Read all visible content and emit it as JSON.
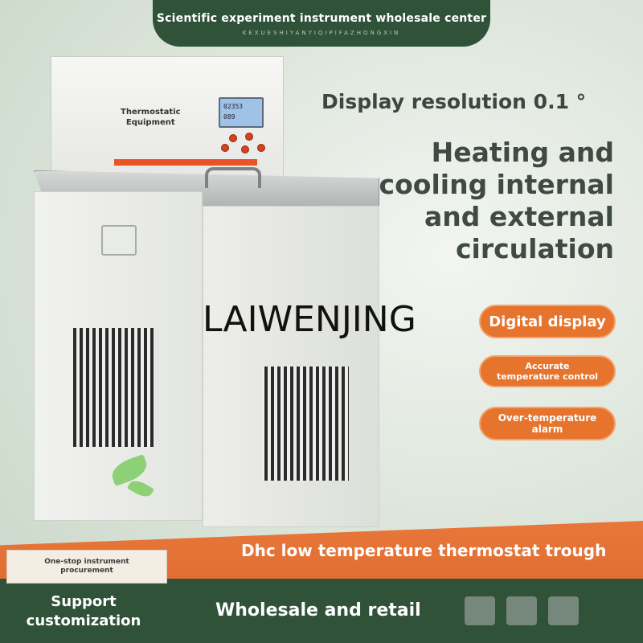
{
  "header": {
    "title": "Scientific experiment instrument wholesale center",
    "subtitle": "KEXUESHIYANYIQIPIFAZHONGXIN"
  },
  "spec": {
    "display_resolution": "Display resolution 0.1 °  ",
    "headline_lines": [
      "Heating and",
      "cooling internal",
      "and external",
      "circulation"
    ]
  },
  "watermark": "LAIWENJING",
  "features": {
    "digital_display": "Digital display",
    "accurate_line1": "Accurate",
    "accurate_line2": "temperature control",
    "alarm_line1": "Over-temperature",
    "alarm_line2": "alarm"
  },
  "device": {
    "label_line1": "Thermostatic",
    "label_line2": "Equipment",
    "lcd_line1": "02353",
    "lcd_line2": "089"
  },
  "bottom": {
    "tag_line1": "One-stop instrument",
    "tag_line2": "procurement",
    "product_title": "Dhc low temperature thermostat trough",
    "support_line1": "Support",
    "support_line2": "customization",
    "wholesale": "Wholesale and retail"
  },
  "colors": {
    "brand_green": "#2f5238",
    "accent_orange": "#e6742d"
  }
}
